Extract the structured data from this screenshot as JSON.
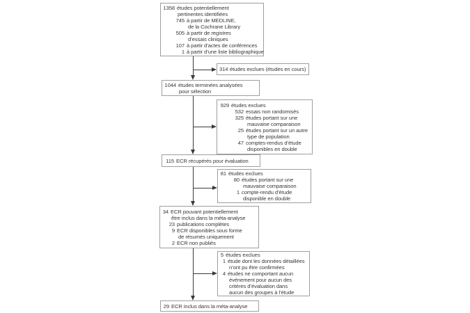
{
  "colors": {
    "background": "#ffffff",
    "box_border": "#9e9e9e",
    "text": "#383838",
    "connector": "#3a3a3a"
  },
  "diagram": {
    "type": "flowchart",
    "language": "fr",
    "boxes": {
      "identified": {
        "lines": [
          {
            "n": "1358",
            "t": "études potentiellement",
            "lvl": "l0"
          },
          {
            "n": "",
            "t": "pertinentes identifiées",
            "lvl": "c0"
          },
          {
            "n": "745",
            "t": "à partir de MEDLINE,",
            "lvl": "l1"
          },
          {
            "n": "",
            "t": "de la Cochrane Library",
            "lvl": "c1"
          },
          {
            "n": "505",
            "t": "à partir de registres",
            "lvl": "l1"
          },
          {
            "n": "",
            "t": "d’essais cliniques",
            "lvl": "c1"
          },
          {
            "n": "107",
            "t": "à partir d’actes de conférences",
            "lvl": "l1"
          },
          {
            "n": "1",
            "t": "à partir d’une liste bibliographique",
            "lvl": "l1"
          }
        ]
      },
      "excluded_ongoing": {
        "lines": [
          {
            "n": "314",
            "t": "études exclues (études en cours)",
            "lvl": "l0"
          }
        ]
      },
      "screened": {
        "lines": [
          {
            "n": "1044",
            "t": "études terminées analysées",
            "lvl": "l0"
          },
          {
            "n": "",
            "t": "pour sélection",
            "lvl": "c0"
          }
        ]
      },
      "excluded_screening": {
        "lines": [
          {
            "n": "929",
            "t": "études exclues",
            "lvl": "l0"
          },
          {
            "n": "532",
            "t": "essais non randomisés",
            "lvl": "l1"
          },
          {
            "n": "325",
            "t": "études portant sur une",
            "lvl": "l1"
          },
          {
            "n": "",
            "t": "mauvaise comparaison",
            "lvl": "c1"
          },
          {
            "n": "25",
            "t": "études portant sur un autre",
            "lvl": "l1"
          },
          {
            "n": "",
            "t": "type de population",
            "lvl": "c1"
          },
          {
            "n": "47",
            "t": "comptes-rendus d’étude",
            "lvl": "l1"
          },
          {
            "n": "",
            "t": "disponibles en double",
            "lvl": "c1"
          }
        ]
      },
      "retrieved": {
        "lines": [
          {
            "n": "115",
            "t": "ECR récupérés pour évaluation",
            "lvl": "l0"
          }
        ]
      },
      "excluded_eligibility": {
        "lines": [
          {
            "n": "81",
            "t": "études exclues",
            "lvl": "l0"
          },
          {
            "n": "80",
            "t": "études portant sur une",
            "lvl": "l1"
          },
          {
            "n": "",
            "t": "mauvaise comparaison",
            "lvl": "c1"
          },
          {
            "n": "1",
            "t": "compte-rendu d’étude",
            "lvl": "l1"
          },
          {
            "n": "",
            "t": "disponible en double",
            "lvl": "c1"
          }
        ]
      },
      "potentially_included": {
        "lines": [
          {
            "n": "34",
            "t": "ECR pouvant potentiellement",
            "lvl": "l0"
          },
          {
            "n": "",
            "t": "être inclus dans la méta-analyse",
            "lvl": "c0"
          },
          {
            "n": "23",
            "t": "publications complètes",
            "lvl": "l1"
          },
          {
            "n": "9",
            "t": "ECR disponibles sous forme",
            "lvl": "l1"
          },
          {
            "n": "",
            "t": "de résumés uniquement",
            "lvl": "c1"
          },
          {
            "n": "2",
            "t": "ECR non publiés",
            "lvl": "l1"
          }
        ]
      },
      "excluded_analysis": {
        "lines": [
          {
            "n": "5",
            "t": "études exclues",
            "lvl": "l0"
          },
          {
            "n": "1",
            "t": "étude dont les données détaillées",
            "lvl": "l1"
          },
          {
            "n": "",
            "t": "n’ont pu être confirmées",
            "lvl": "c1"
          },
          {
            "n": "4",
            "t": "études ne comportant aucun",
            "lvl": "l1"
          },
          {
            "n": "",
            "t": "événement pour aucun des",
            "lvl": "c1"
          },
          {
            "n": "",
            "t": "critères d’évaluation dans",
            "lvl": "c1"
          },
          {
            "n": "",
            "t": "aucun des groupes à l’étude",
            "lvl": "c1"
          }
        ]
      },
      "included": {
        "lines": [
          {
            "n": "29",
            "t": "ECR inclus dans la méta-analyse",
            "lvl": "l0"
          }
        ]
      }
    },
    "edges": [
      {
        "from": "identified",
        "to": "screened"
      },
      {
        "from": "identified",
        "to": "excluded_ongoing"
      },
      {
        "from": "screened",
        "to": "retrieved"
      },
      {
        "from": "screened",
        "to": "excluded_screening"
      },
      {
        "from": "retrieved",
        "to": "potentially_included"
      },
      {
        "from": "retrieved",
        "to": "excluded_eligibility"
      },
      {
        "from": "potentially_included",
        "to": "included"
      },
      {
        "from": "potentially_included",
        "to": "excluded_analysis"
      }
    ]
  }
}
